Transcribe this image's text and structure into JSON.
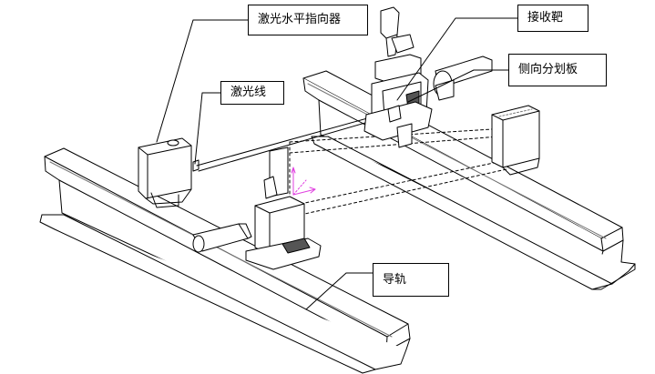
{
  "labels": {
    "emitter": "激光水平指向器",
    "target": "接收靶",
    "side_plate": "侧向分划板",
    "laser_line": "激光线",
    "rail": "导轨"
  },
  "colors": {
    "line": "#000000",
    "background": "#ffffff",
    "axis_accent": "#e040e0",
    "face_gray": "#e8e8e8",
    "dark_gray": "#555555"
  }
}
